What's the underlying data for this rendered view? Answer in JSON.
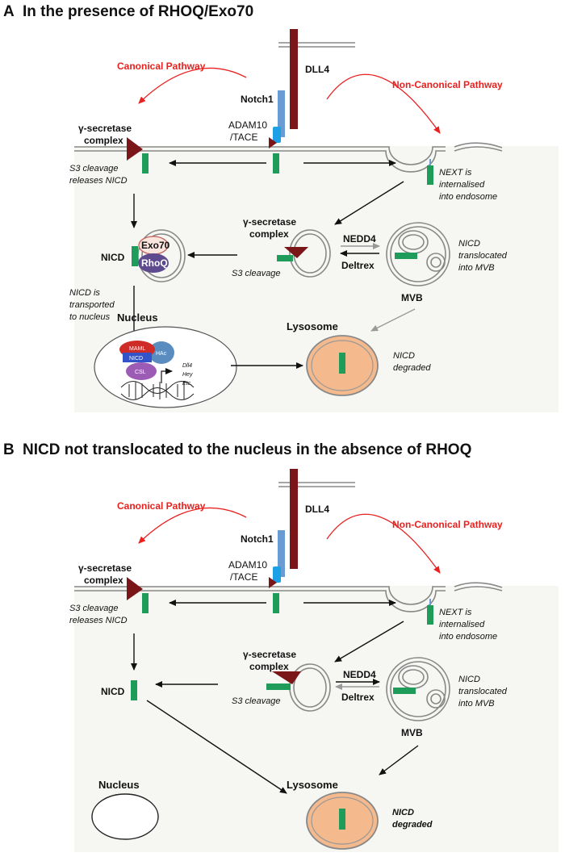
{
  "panel_a": {
    "letter": "A",
    "title": "In the presence of RHOQ/Exo70",
    "canonical": "Canonical Pathway",
    "noncanonical": "Non-Canonical Pathway",
    "dll4": "DLL4",
    "notch1": "Notch1",
    "adam_1": "ADAM10",
    "adam_2": "/TACE",
    "gsec_1": "γ-secretase",
    "gsec_2": "complex",
    "s3rel_1": "S3 cleavage",
    "s3rel_2": "releases NICD",
    "next_1": "NEXT is",
    "next_2": "internalised",
    "next_3": "into endosome",
    "endo_gsec_1": "γ-secretase",
    "endo_gsec_2": "complex",
    "s3": "S3 cleavage",
    "nedd4": "NEDD4",
    "deltrex": "Deltrex",
    "nicd": "NICD",
    "exo70": "Exo70",
    "rhoq": "RhoQ",
    "transl_1": "NICD",
    "transl_2": "translocated",
    "transl_3": "into MVB",
    "mvb": "MVB",
    "transp_1": "NICD is",
    "transp_2": "transported",
    "transp_3": "to nucleus",
    "nucleus": "Nucleus",
    "lysosome": "Lysosome",
    "degr_1": "NICD",
    "degr_2": "degraded",
    "maml": "MAML",
    "nicd_small": "NICD",
    "hac": "HAc",
    "csl": "CSL",
    "gene1": "Dll4",
    "gene2": "Hey",
    "gene3": "Etc."
  },
  "panel_b": {
    "letter": "B",
    "title": "NICD not translocated to the nucleus in the absence of RHOQ",
    "canonical": "Canonical Pathway",
    "noncanonical": "Non-Canonical Pathway",
    "dll4": "DLL4",
    "notch1": "Notch1",
    "adam_1": "ADAM10",
    "adam_2": "/TACE",
    "gsec_1": "γ-secretase",
    "gsec_2": "complex",
    "s3rel_1": "S3 cleavage",
    "s3rel_2": "releases NICD",
    "next_1": "NEXT is",
    "next_2": "internalised",
    "next_3": "into endosome",
    "endo_gsec_1": "γ-secretase",
    "endo_gsec_2": "complex",
    "s3": "S3 cleavage",
    "nedd4": "NEDD4",
    "deltrex": "Deltrex",
    "nicd": "NICD",
    "transl_1": "NICD",
    "transl_2": "translocated",
    "transl_3": "into MVB",
    "mvb": "MVB",
    "nucleus": "Nucleus",
    "lysosome": "Lysosome",
    "degr_1": "NICD",
    "degr_2": "degraded"
  },
  "colors": {
    "membrane": "#888888",
    "cytoplasm": "#f6f6f2",
    "nicd": "#1f9b5a",
    "dll4": "#7a1518",
    "notch": "#6a9bd3",
    "adam": "#1da1e6",
    "gsecretase": "#7a1518",
    "lysosome": "#f4b98c",
    "red_text": "#e8211f"
  }
}
